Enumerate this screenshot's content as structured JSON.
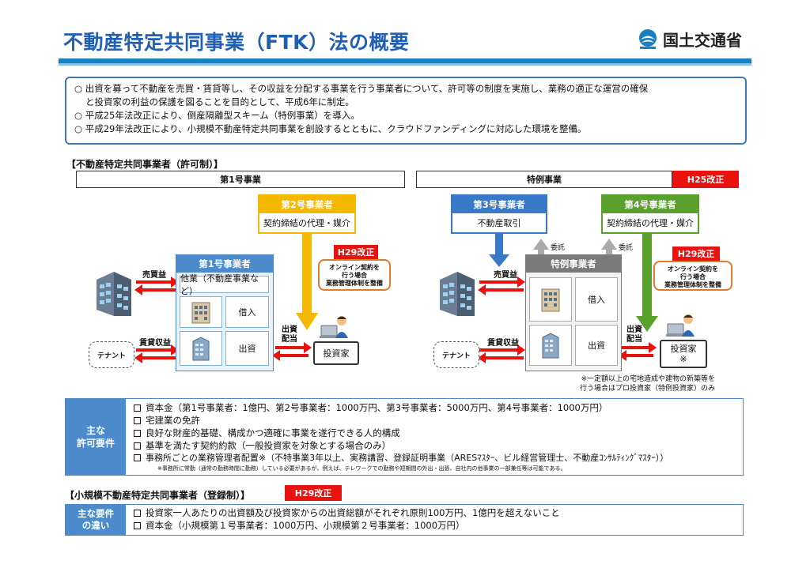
{
  "header": {
    "title": "不動産特定共同事業（FTK）法の概要",
    "logo_text": "国土交通省"
  },
  "intro": {
    "lines": [
      "○ 出資を募って不動産を売買・賃貸等し、その収益を分配する事業を行う事業者について、許可等の制度を実施し、業務の適正な運営の確保",
      "と投資家の利益の保護を図ることを目的として、平成6年に制定。",
      "○ 平成25年法改正により、倒産隔離型スキーム（特例事業）を導入。",
      "○ 平成29年法改正により、小規模不動産特定共同事業を創設するとともに、クラウドファンディングに対応した環境を整備。"
    ]
  },
  "section1": {
    "label": "【不動産特定共同事業者（許可制）】"
  },
  "left": {
    "bar_label": "第1号事業",
    "op2": {
      "head": "第2号事業者",
      "body": "契約締結の代理・媒介"
    },
    "callout_tag": "H29改正",
    "callout": [
      "オンライン契約を",
      "行う場合",
      "業務管理体制を整備"
    ],
    "op1": {
      "head": "第1号事業者",
      "other": "他業（不動産事業など）",
      "borrow": "借入",
      "invest": "出資"
    },
    "trade_label": "売買益",
    "rent_label": "賃貸収益",
    "dividend_label": [
      "出資",
      "配当"
    ],
    "tenant": "テナント",
    "investor": "投資家"
  },
  "right": {
    "bar_label": "特例事業",
    "bar_tag": "H25改正",
    "op3": {
      "head": "第3号事業者",
      "body": "不動産取引"
    },
    "op4": {
      "head": "第4号事業者",
      "body": "契約締結の代理・媒介"
    },
    "entrust1": "委託",
    "entrust2": "委託",
    "callout_tag": "H29改正",
    "callout": [
      "オンライン契約を",
      "行う場合",
      "業務管理体制を整備"
    ],
    "special": {
      "head": "特例事業者",
      "borrow": "借入",
      "invest": "出資"
    },
    "trade_label": "売買益",
    "rent_label": "賃貸収益",
    "dividend_label": [
      "出資",
      "配当"
    ],
    "tenant": "テナント",
    "investor": "投資家",
    "investor_mark": "※",
    "note": [
      "※一定額以上の宅地造成や建物の新築等を",
      "行う場合はプロ投資家（特例投資家）のみ"
    ]
  },
  "requirements": {
    "head": [
      "主な",
      "許可要件"
    ],
    "items": [
      "資本金（第1号事業者：1億円、第2号事業者：1000万円、第3号事業者：5000万円、第4号事業者：1000万円）",
      "宅建業の免許",
      "良好な財産的基礎、構成かつ適確に事業を遂行できる人的構成",
      "基準を満たす契約約款（一般投資家を対象とする場合のみ）",
      "事務所ごとの業務管理者配置※（不特事業3年以上、実務講習、登録証明事業（ARESﾏｽﾀｰ、ビル経営管理士、不動産ｺﾝｻﾙﾃｨﾝｸﾞﾏｽﾀｰ））"
    ],
    "footnote": "※事務所に常勤（通常の勤務時間に勤務）している必要があるが、例えば、テレワークでの勤務や短期間の外出・出張、自社内の他事業の一部兼任等は可能である。"
  },
  "section2": {
    "label": "【小規模不動産特定共同事業者（登録制）】",
    "tag": "H29改正"
  },
  "small_req": {
    "head": [
      "主な要件",
      "の違い"
    ],
    "items": [
      "投資家一人あたりの出資額及び投資家からの出資総額がそれぞれ原則100万円、1億円を超えないこと",
      "資本金（小規模第１号事業者：1000万円、小規模第２号事業者：1000万円）"
    ]
  },
  "colors": {
    "blue": "#1f5fb4",
    "red": "#e8120f",
    "yellow": "#f5b800",
    "green": "#5aa02c",
    "op_blue": "#3a78c8",
    "grey": "#7a7a7a",
    "callout": "#e07a2c"
  }
}
